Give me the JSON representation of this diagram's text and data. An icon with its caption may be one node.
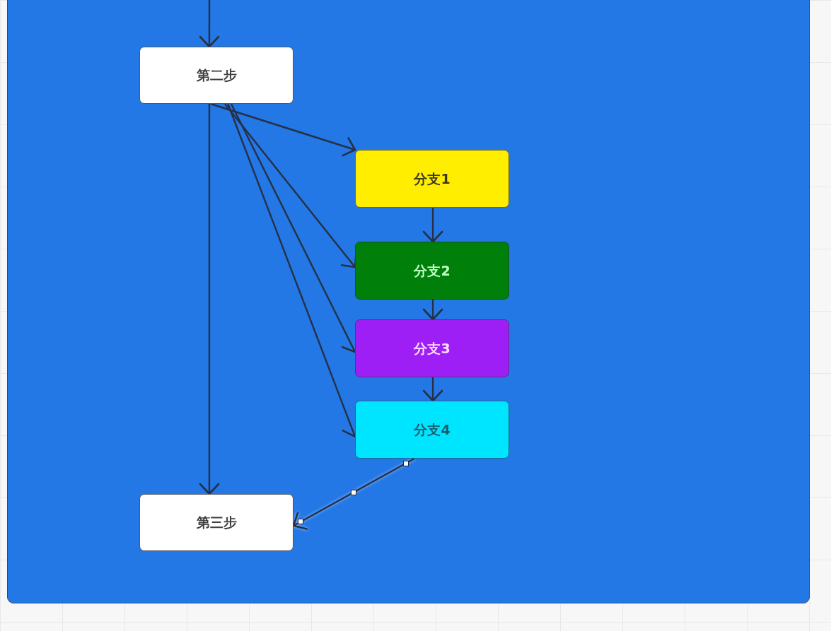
{
  "diagram": {
    "nodes": [
      {
        "text": [
          "第二步"
        ]
      },
      {
        "text": [
          "分支1"
        ]
      },
      {
        "text": [
          "分支2"
        ]
      },
      {
        "text": [
          "分支3"
        ]
      },
      {
        "text": [
          "分支4"
        ]
      },
      {
        "text": [
          "第三步"
        ]
      }
    ],
    "edges": [
      {
        "from": null,
        "to": 0,
        "arrow": "to"
      },
      {
        "from": 0,
        "to": 1,
        "arrow": "to"
      },
      {
        "from": 0,
        "to": 2,
        "arrow": "to"
      },
      {
        "from": 0,
        "to": 3,
        "arrow": "to"
      },
      {
        "from": 0,
        "to": 4,
        "arrow": "to"
      },
      {
        "from": 0,
        "to": 5,
        "arrow": "to"
      },
      {
        "from": 1,
        "to": 2,
        "arrow": "to"
      },
      {
        "from": 2,
        "to": 3,
        "arrow": "to"
      },
      {
        "from": 3,
        "to": 4,
        "arrow": "to"
      },
      {
        "from": 4,
        "to": 5,
        "arrow": "to"
      }
    ]
  }
}
